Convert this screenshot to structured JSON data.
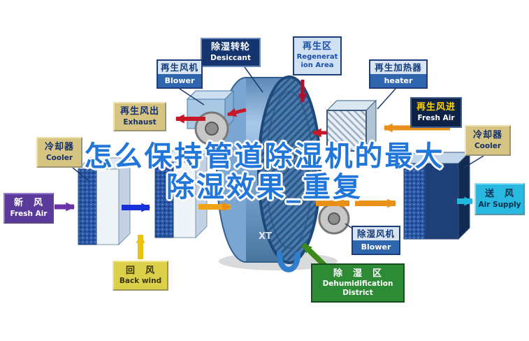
{
  "title": {
    "line1": "怎么保持管道除湿机的最大",
    "line2": "除湿效果_重复"
  },
  "labels": {
    "desiccant": {
      "zh": "除湿转轮",
      "en": "Desiccant"
    },
    "regen_area": {
      "zh": "再生区",
      "en": "Regeneration Area"
    },
    "regen_blower": {
      "zh": "再生风机",
      "en": "Blower"
    },
    "regen_heater": {
      "zh": "再生加热器",
      "en": "heater"
    },
    "exhaust": {
      "zh": "再生风出",
      "en": "Exhaust"
    },
    "regen_fresh_air": {
      "zh": "再生风进",
      "en": "Fresh Air"
    },
    "cooler_left": {
      "zh": "冷却器",
      "en": "Cooler"
    },
    "cooler_right": {
      "zh": "冷却器",
      "en": "Cooler"
    },
    "fresh_air": {
      "zh": "新　风",
      "en": "Fresh Air"
    },
    "air_supply": {
      "zh": "送　风",
      "en": "Air Supply"
    },
    "back_wind": {
      "zh": "回　风",
      "en": "Back wind"
    },
    "dehumid_blower": {
      "zh": "除湿风机",
      "en": "Blower"
    },
    "dehumid_area": {
      "zh": "除　湿　区",
      "en": "Dehumidification District"
    }
  },
  "watermark": "XT",
  "colors": {
    "title-blue": "#2176d9",
    "label-tan": "#d6c482",
    "label-navy": "#15356e",
    "label-purple": "#5a3a9a",
    "label-cyan": "#28b8e0",
    "label-yellow": "#dccf4a",
    "label-green": "#2e8b35",
    "label-darknavy": "#0e2248",
    "label-lightblue": "#cfe0f2",
    "strip-blue": "#2f66ae",
    "strip-light": "#d8e4f2"
  }
}
